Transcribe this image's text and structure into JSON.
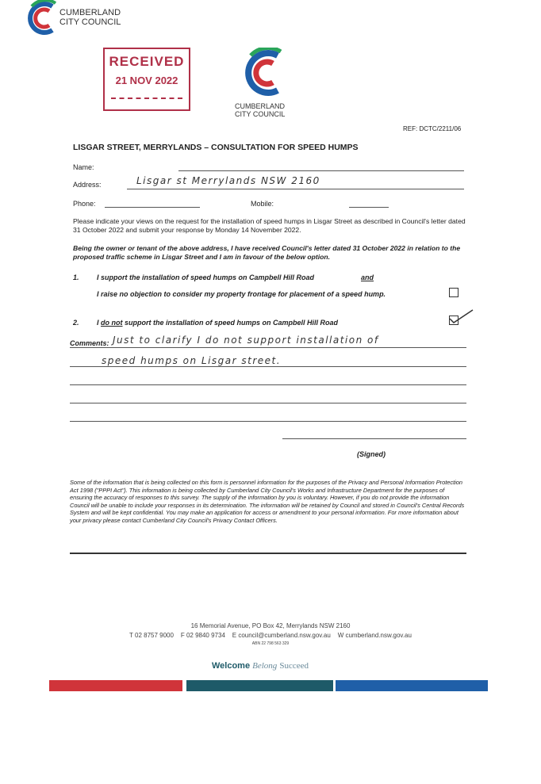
{
  "header_logo": {
    "name": "CUMBERLAND",
    "sub": "CITY COUNCIL"
  },
  "stamp": {
    "title": "RECEIVED",
    "date": "21 NOV 2022"
  },
  "center_logo": {
    "name": "CUMBERLAND",
    "sub": "CITY COUNCIL"
  },
  "ref": "REF: DCTC/2211/06",
  "title": "LISGAR STREET, MERRYLANDS – CONSULTATION FOR SPEED HUMPS",
  "fields": {
    "name_label": "Name:",
    "address_label": "Address:",
    "address_value": "Lisgar st Merrylands NSW 2160",
    "phone_label": "Phone:",
    "mobile_label": "Mobile:"
  },
  "intro": "Please indicate your views on the request for the installation of speed humps in Lisgar Street as described in Council's letter dated 31 October 2022 and submit your response by Monday 14 November 2022.",
  "declaration": "Being the owner or tenant of the above address, I have received Council's letter dated 31 October 2022 in relation to the proposed traffic scheme in Lisgar Street and I am in favour of the below option.",
  "options": [
    {
      "num": "1.",
      "text": "I support the installation of speed humps on Campbell Hill Road",
      "and": "and",
      "text2": "I raise no objection to consider my property frontage for placement of a speed hump.",
      "checked": false
    },
    {
      "num": "2.",
      "pre": "I ",
      "do_not": "do not",
      "text": " support the installation of speed humps on Campbell Hill Road",
      "checked": true
    }
  ],
  "comments": {
    "label": "Comments:",
    "line1": "Just to clarify I do not support installation of",
    "line2": "speed humps on Lisgar street."
  },
  "signed": "(Signed)",
  "privacy": "Some of the information that is being collected on this form is personnel information for the purposes of the Privacy and Personal Information Protection Act 1998 (\"PPPI Act\"). This information is being collected by Cumberland City Council's Works and Infrastructure Department for the purposes of ensuring the accuracy of responses to this survey. The supply of the information by you is voluntary. However, if you do not provide the information Council will be unable to include your responses in its determination. The information will be retained by Council and stored in Council's Central Records System and will be kept confidential. You may make an application for access or amendment to your personal information. For more information about your privacy please contact Cumberland City Council's Privacy Contact Officers.",
  "footer": {
    "address": "16 Memorial Avenue, PO Box 42, Merrylands NSW 2160",
    "contact": "T 02 8757 9000    F 02 9840 9734    E council@cumberland.nsw.gov.au    W cumberland.nsw.gov.au",
    "abn": "ABN 22 798 563 329",
    "slogan1": "Welcome",
    "slogan2": "Belong",
    "slogan3": "Succeed"
  },
  "colors": {
    "red": "#d0343a",
    "teal": "#1e5a68",
    "blue": "#1f5fa8",
    "stamp": "#b03048"
  }
}
